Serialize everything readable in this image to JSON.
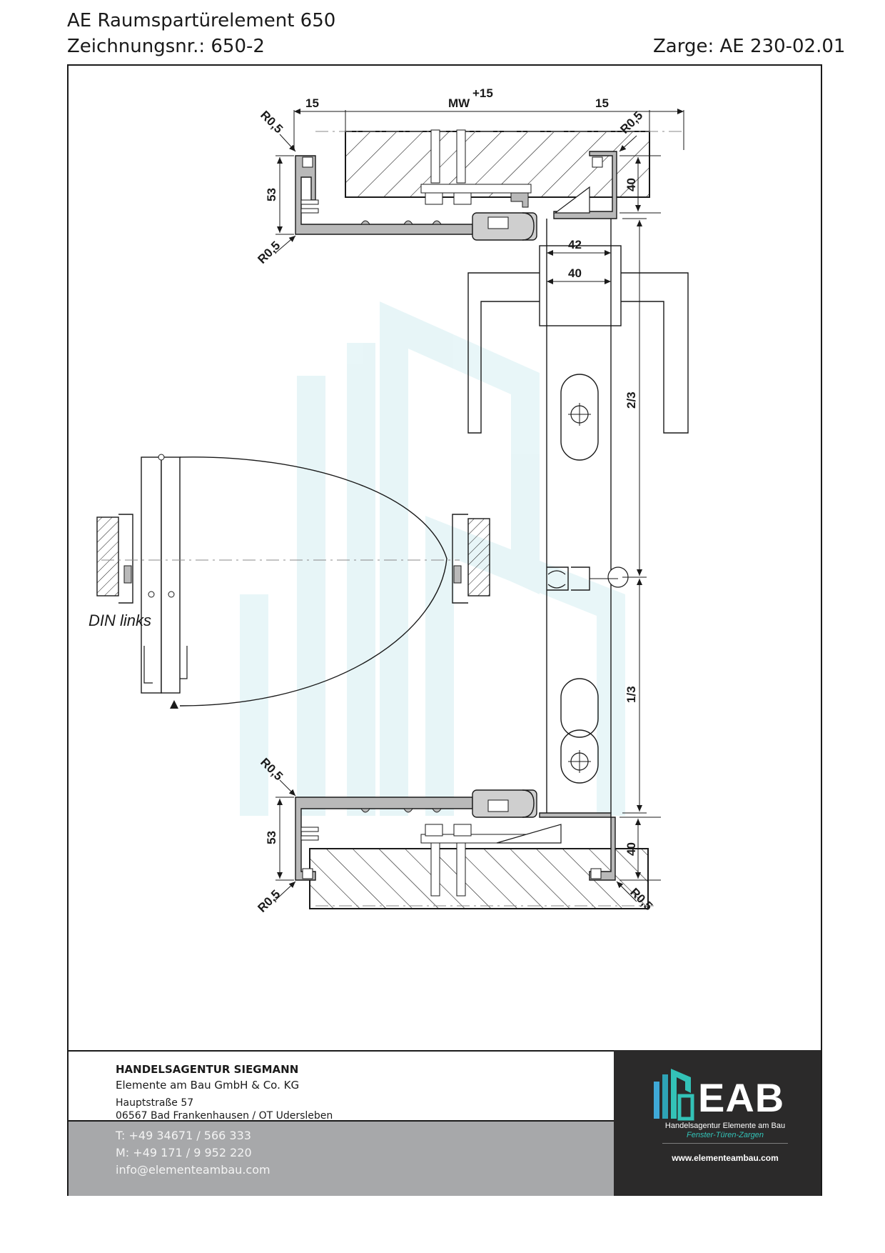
{
  "header": {
    "title": "AE Raumspartürelement 650",
    "drawing_number": "Zeichnungsnr.: 650-2",
    "frame": "Zarge: AE 230-02.01"
  },
  "drawing": {
    "dims": {
      "top_left_15": "15",
      "mw": "MW",
      "mw_tol": "+15",
      "top_right_15": "15",
      "r_tl": "R0,5",
      "r_tr": "R0,5",
      "r_bl_top": "R0,5",
      "h53_top": "53",
      "h40_top": "40",
      "w42": "42",
      "w40": "40",
      "two_thirds": "2/3",
      "one_third": "1/3",
      "r_b_tl": "R0,5",
      "h53_bottom": "53",
      "h40_bottom": "40",
      "r_b_bl": "R0,5",
      "r_b_br": "R0,5"
    },
    "din_note": "DIN  links"
  },
  "footer": {
    "company": "HANDELSAGENTUR SIEGMANN",
    "company_sub": "Elemente am Bau GmbH & Co. KG",
    "street": "Hauptstraße 57",
    "city": "06567 Bad Frankenhausen / OT Udersleben",
    "phone": "T: +49 34671 / 566 333",
    "mobile": "M: +49 171 / 9 952 220",
    "email": "info@elementeambau.com",
    "logo": {
      "mark": "EAB",
      "line1": "Handelsagentur Elemente am Bau",
      "line2": "Fenster-Türen-Zargen",
      "web": "www.elementeambau.com"
    }
  },
  "colors": {
    "accent": "#33c2b7",
    "footer_grey": "#a7a8aa",
    "footer_dark": "#2b2a2a",
    "profile_grey": "#b9b9b9"
  }
}
